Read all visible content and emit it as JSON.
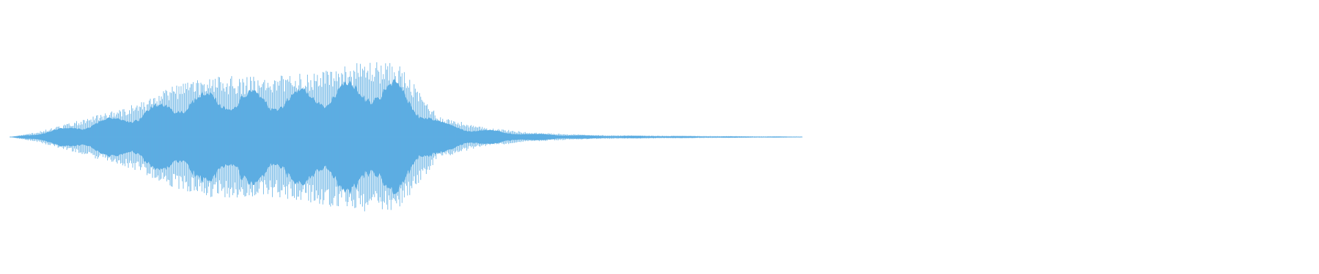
{
  "waveform": {
    "color": "#5dade2",
    "background": "#ffffff",
    "normalized_duration_end": 0.61,
    "envelope_keyframes": [
      {
        "t": 0.0,
        "amp": 0.0
      },
      {
        "t": 0.02,
        "amp": 0.06
      },
      {
        "t": 0.05,
        "amp": 0.2
      },
      {
        "t": 0.08,
        "amp": 0.35
      },
      {
        "t": 0.1,
        "amp": 0.45
      },
      {
        "t": 0.13,
        "amp": 0.7
      },
      {
        "t": 0.16,
        "amp": 0.8
      },
      {
        "t": 0.2,
        "amp": 0.78
      },
      {
        "t": 0.23,
        "amp": 0.85
      },
      {
        "t": 0.26,
        "amp": 0.95
      },
      {
        "t": 0.28,
        "amp": 1.0
      },
      {
        "t": 0.3,
        "amp": 0.95
      },
      {
        "t": 0.315,
        "amp": 0.6
      },
      {
        "t": 0.33,
        "amp": 0.28
      },
      {
        "t": 0.36,
        "amp": 0.14
      },
      {
        "t": 0.4,
        "amp": 0.06
      },
      {
        "t": 0.45,
        "amp": 0.025
      },
      {
        "t": 0.55,
        "amp": 0.012
      },
      {
        "t": 0.61,
        "amp": 0.006
      }
    ]
  }
}
